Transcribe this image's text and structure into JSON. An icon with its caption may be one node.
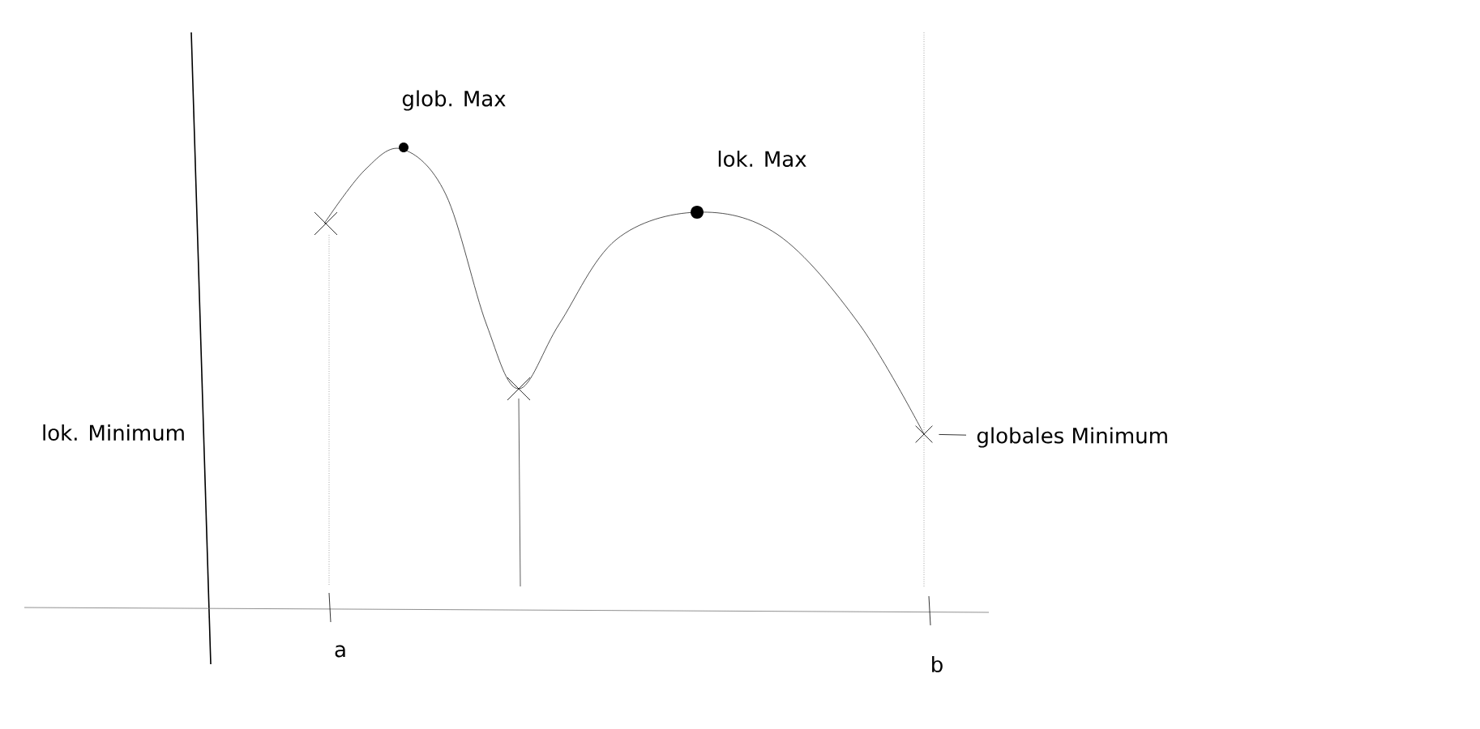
{
  "diagram": {
    "nodes": [
      {
        "text": [
          "globales Minimum"
        ]
      },
      {
        "text": [],
        "shape": "cross"
      }
    ],
    "edges": [
      {
        "from": 0,
        "to": 1,
        "arrow": "none"
      }
    ],
    "labels": [
      "glob. Max",
      "lok. Max",
      "lok. Minimum",
      "a",
      "b"
    ]
  }
}
